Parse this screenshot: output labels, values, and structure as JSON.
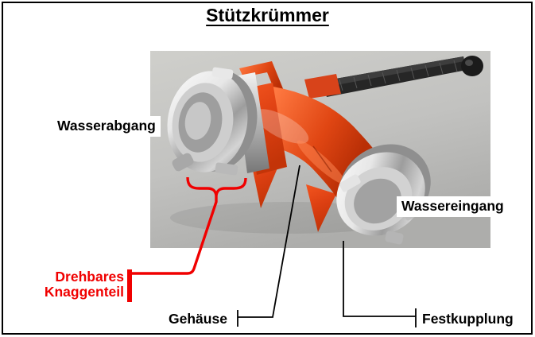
{
  "title": "Stützkrümmer",
  "labels": {
    "water_outlet": "Wasserabgang",
    "water_inlet": "Wassereingang",
    "rotatable_lug_line1": "Drehbares",
    "rotatable_lug_line2": "Knaggenteil",
    "housing": "Gehäuse",
    "fixed_coupling": "Festkupplung"
  },
  "colors": {
    "annotation_red": "#f00000",
    "annotation_black": "#000000",
    "device_orange": "#d8431a",
    "coupling_silver": "#c9c9c9",
    "handle_black": "#262626",
    "photo_background": "#c6c6c4"
  }
}
